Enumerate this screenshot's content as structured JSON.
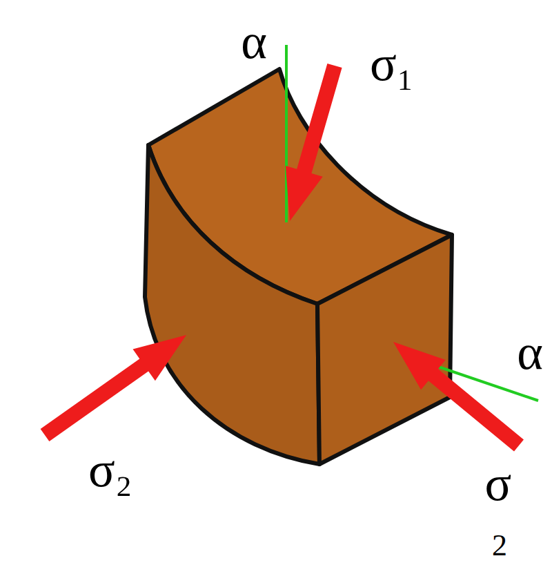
{
  "diagram": {
    "labels": [
      "α",
      "σ₁",
      "σ₂",
      "α",
      "σ",
      "2"
    ]
  }
}
